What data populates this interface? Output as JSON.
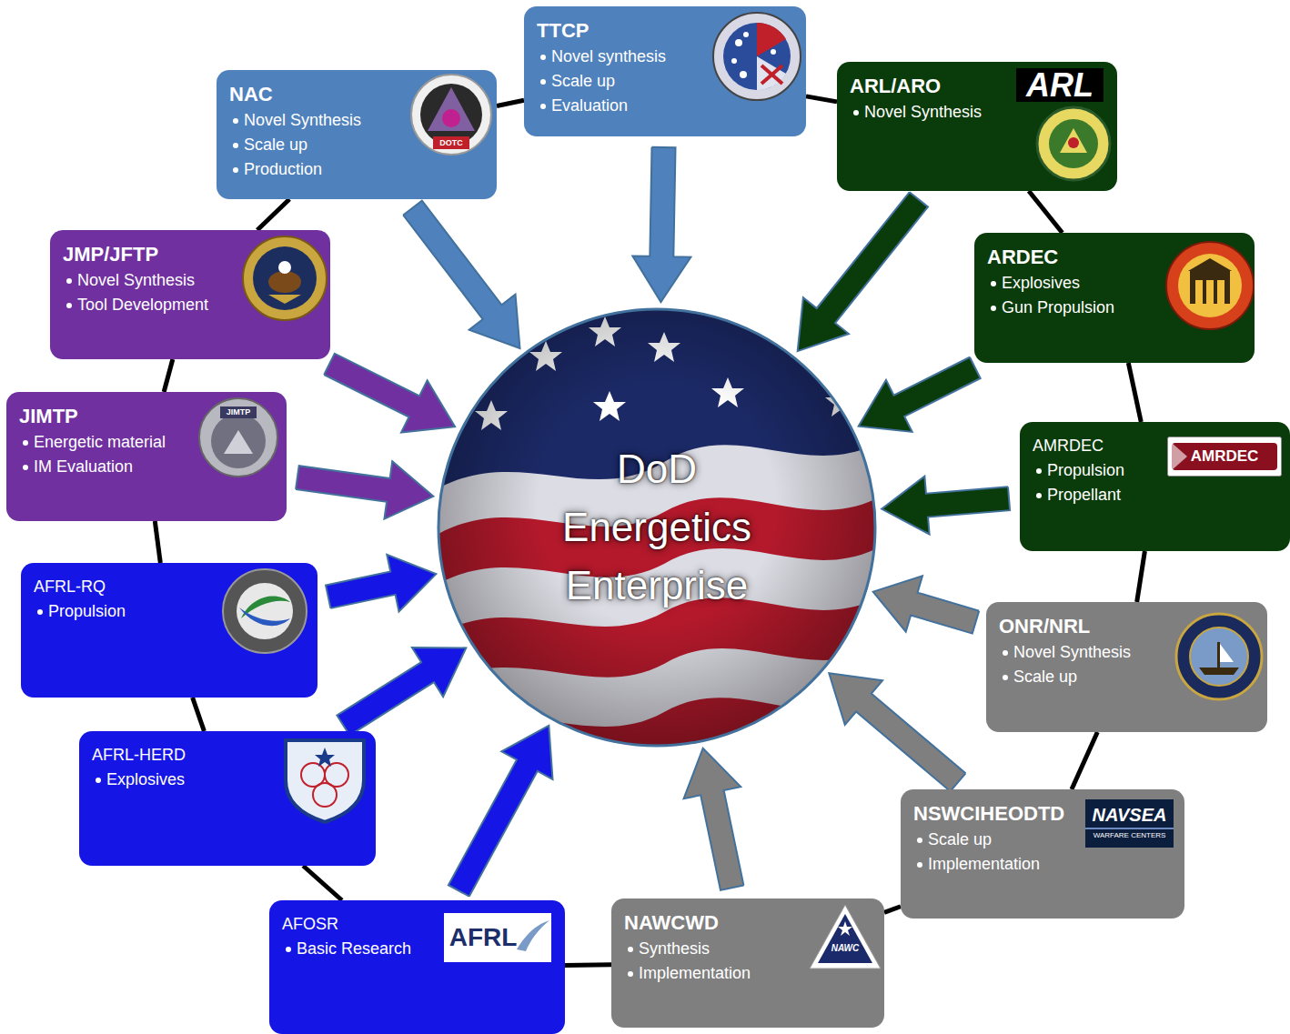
{
  "diagram": {
    "nodes": [
      {
        "text": [
          "DoD Energetics Enterprise"
        ]
      },
      {
        "text": [
          "TTCP",
          "Novel synthesis",
          "Scale up",
          "Evaluation"
        ]
      },
      {
        "text": [
          "ARL/ARO",
          "Novel Synthesis"
        ]
      },
      {
        "text": [
          "ARDEC",
          "Explosives",
          "Gun Propulsion"
        ]
      },
      {
        "text": [
          "AMRDEC",
          "Propulsion",
          "Propellant"
        ]
      },
      {
        "text": [
          "ONR/NRL",
          "Novel Synthesis",
          "Scale up"
        ]
      },
      {
        "text": [
          "NSWCIHEODTD",
          "Scale up",
          "Implementation"
        ]
      },
      {
        "text": [
          "NAWCWD",
          "Synthesis",
          "Implementation"
        ]
      },
      {
        "text": [
          "AFOSR",
          "Basic Research"
        ]
      },
      {
        "text": [
          "AFRL-HERD",
          "Explosives"
        ]
      },
      {
        "text": [
          "AFRL-RQ",
          "Propulsion"
        ]
      },
      {
        "text": [
          "JIMTP",
          "Energetic material",
          "IM Evaluation"
        ]
      },
      {
        "text": [
          "JMP/JFTP",
          "Novel Synthesis",
          "Tool Development"
        ]
      },
      {
        "text": [
          "NAC",
          "Novel Synthesis",
          "Scale up",
          "Production"
        ]
      }
    ],
    "edges": [
      {
        "from": 1,
        "to": 0,
        "arrow": "to"
      },
      {
        "from": 2,
        "to": 0,
        "arrow": "to"
      },
      {
        "from": 3,
        "to": 0,
        "arrow": "to"
      },
      {
        "from": 4,
        "to": 0,
        "arrow": "to"
      },
      {
        "from": 5,
        "to": 0,
        "arrow": "to"
      },
      {
        "from": 6,
        "to": 0,
        "arrow": "to"
      },
      {
        "from": 7,
        "to": 0,
        "arrow": "to"
      },
      {
        "from": 8,
        "to": 0,
        "arrow": "to"
      },
      {
        "from": 9,
        "to": 0,
        "arrow": "to"
      },
      {
        "from": 10,
        "to": 0,
        "arrow": "to"
      },
      {
        "from": 11,
        "to": 0,
        "arrow": "to"
      },
      {
        "from": 12,
        "to": 0,
        "arrow": "to"
      },
      {
        "from": 13,
        "to": 0,
        "arrow": "to"
      },
      {
        "from": 1,
        "to": 2,
        "arrow": "none"
      },
      {
        "from": 2,
        "to": 3,
        "arrow": "none"
      },
      {
        "from": 3,
        "to": 4,
        "arrow": "none"
      },
      {
        "from": 4,
        "to": 5,
        "arrow": "none"
      },
      {
        "from": 5,
        "to": 6,
        "arrow": "none"
      },
      {
        "from": 6,
        "to": 7,
        "arrow": "none"
      },
      {
        "from": 7,
        "to": 8,
        "arrow": "none"
      },
      {
        "from": 8,
        "to": 9,
        "arrow": "none"
      },
      {
        "from": 9,
        "to": 10,
        "arrow": "none"
      },
      {
        "from": 10,
        "to": 11,
        "arrow": "none"
      },
      {
        "from": 11,
        "to": 12,
        "arrow": "none"
      },
      {
        "from": 12,
        "to": 13,
        "arrow": "none"
      },
      {
        "from": 13,
        "to": 1,
        "arrow": "none"
      }
    ],
    "labels": [
      "ARL",
      "AMRDEC",
      "NAVSEA",
      "WARFARE CENTERS",
      "AFRL",
      "DOTC",
      "JIMTP",
      "NAWC"
    ]
  }
}
